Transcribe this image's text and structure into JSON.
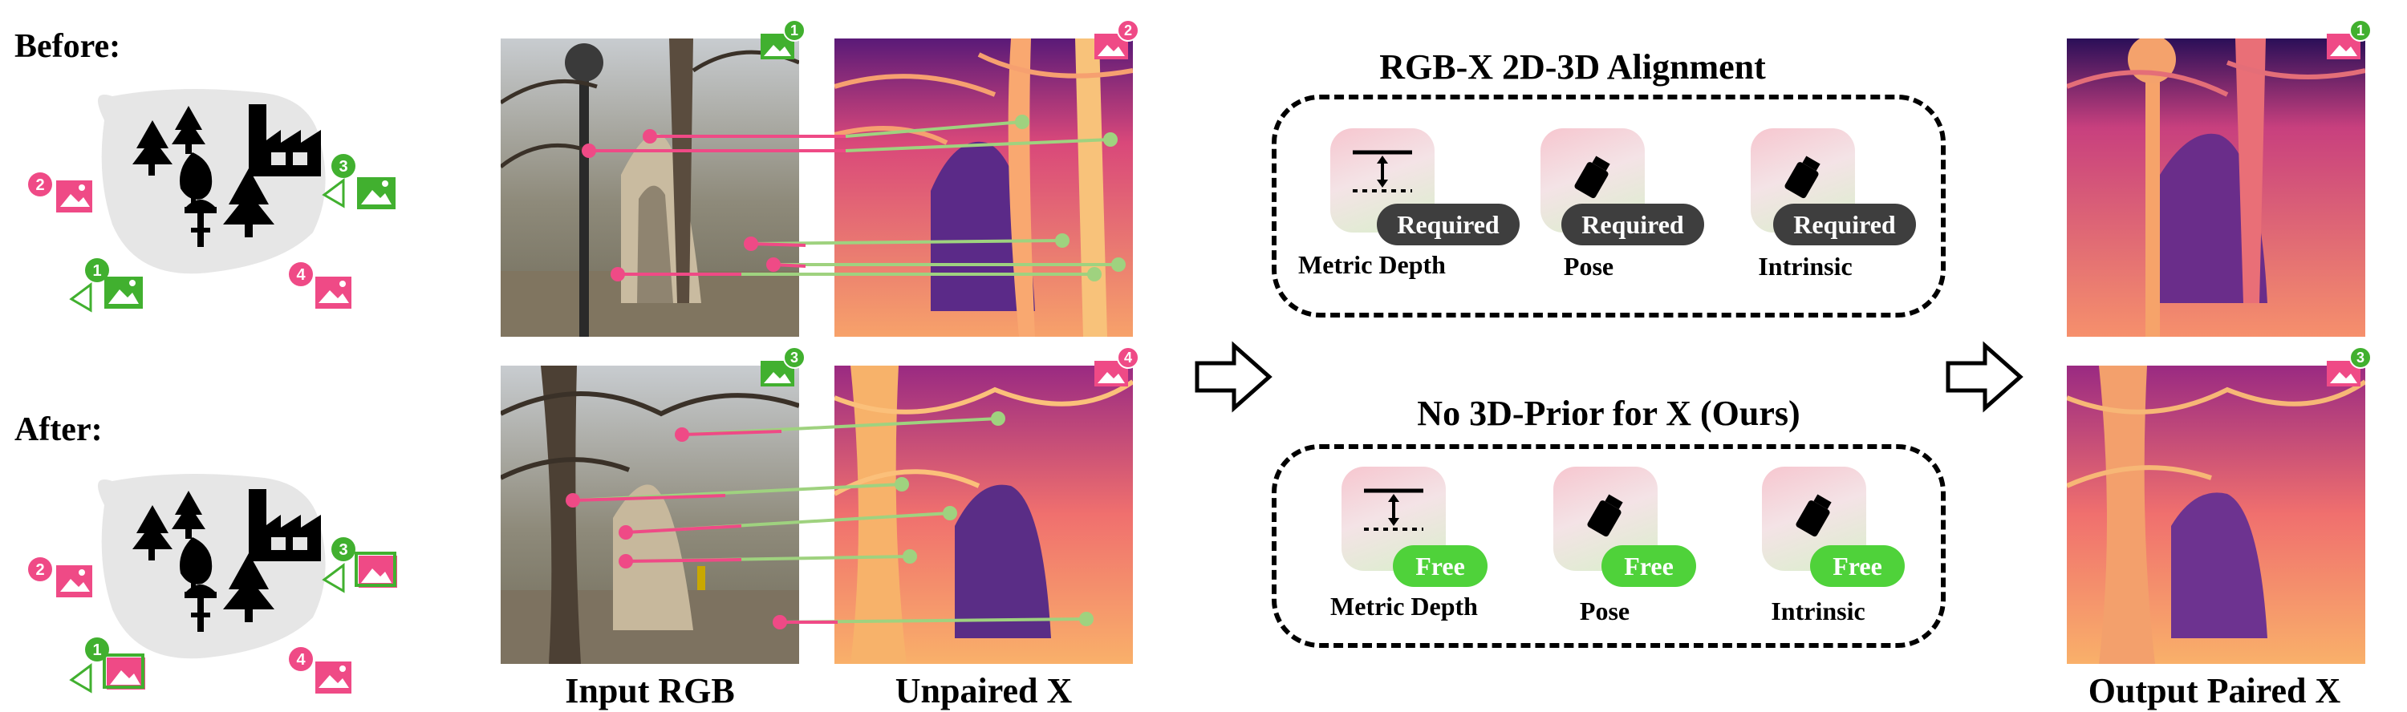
{
  "left": {
    "before_label": "Before:",
    "after_label": "After:",
    "markers": [
      "1",
      "2",
      "3",
      "4"
    ]
  },
  "captions": {
    "input_rgb": "Input RGB",
    "unpaired_x": "Unpaired X",
    "output_paired_x": "Output Paired X"
  },
  "image_badges": [
    "1",
    "2",
    "3",
    "4",
    "1",
    "3"
  ],
  "alignment": {
    "title": "RGB-X 2D-3D Alignment",
    "items": [
      {
        "name": "Metric Depth",
        "status": "Required"
      },
      {
        "name": "Pose",
        "status": "Required"
      },
      {
        "name": "Intrinsic",
        "status": "Required"
      }
    ]
  },
  "ours": {
    "title": "No 3D-Prior for X (Ours)",
    "items": [
      {
        "name": "Metric Depth",
        "status": "Free"
      },
      {
        "name": "Pose",
        "status": "Free"
      },
      {
        "name": "Intrinsic",
        "status": "Free"
      }
    ]
  },
  "colors": {
    "pink": "#ef4a86",
    "green": "#41b02f",
    "light_green": "#9fd27f",
    "required": "#3e3e3e",
    "free": "#4fd23a"
  }
}
